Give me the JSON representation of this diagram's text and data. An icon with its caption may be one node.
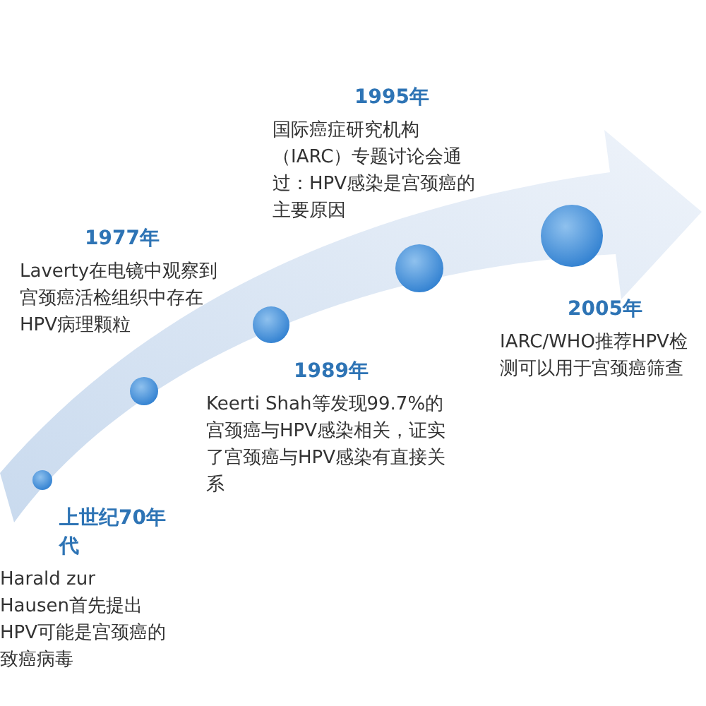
{
  "diagram": {
    "nodes": [
      {
        "text": [
          "上世纪70年代",
          "Harald zur Hausen首先提出HPV可能是宫颈癌的致癌病毒"
        ]
      },
      {
        "text": [
          "1977年",
          "Laverty在电镜中观察到宫颈癌活检组织中存在HPV病理颗粒"
        ]
      },
      {
        "text": [
          "1989年",
          "Keerti Shah等发现99.7%的宫颈癌与HPV感染相关，证实了宫颈癌与HPV感染有直接关系"
        ]
      },
      {
        "text": [
          "1995年",
          "国际癌症研究机构（IARC）专题讨论会通过：HPV感染是宫颈癌的主要原因"
        ]
      },
      {
        "text": [
          "2005年",
          "IARC/WHO推荐HPV检测可以用于宫颈癌筛查"
        ]
      }
    ]
  }
}
